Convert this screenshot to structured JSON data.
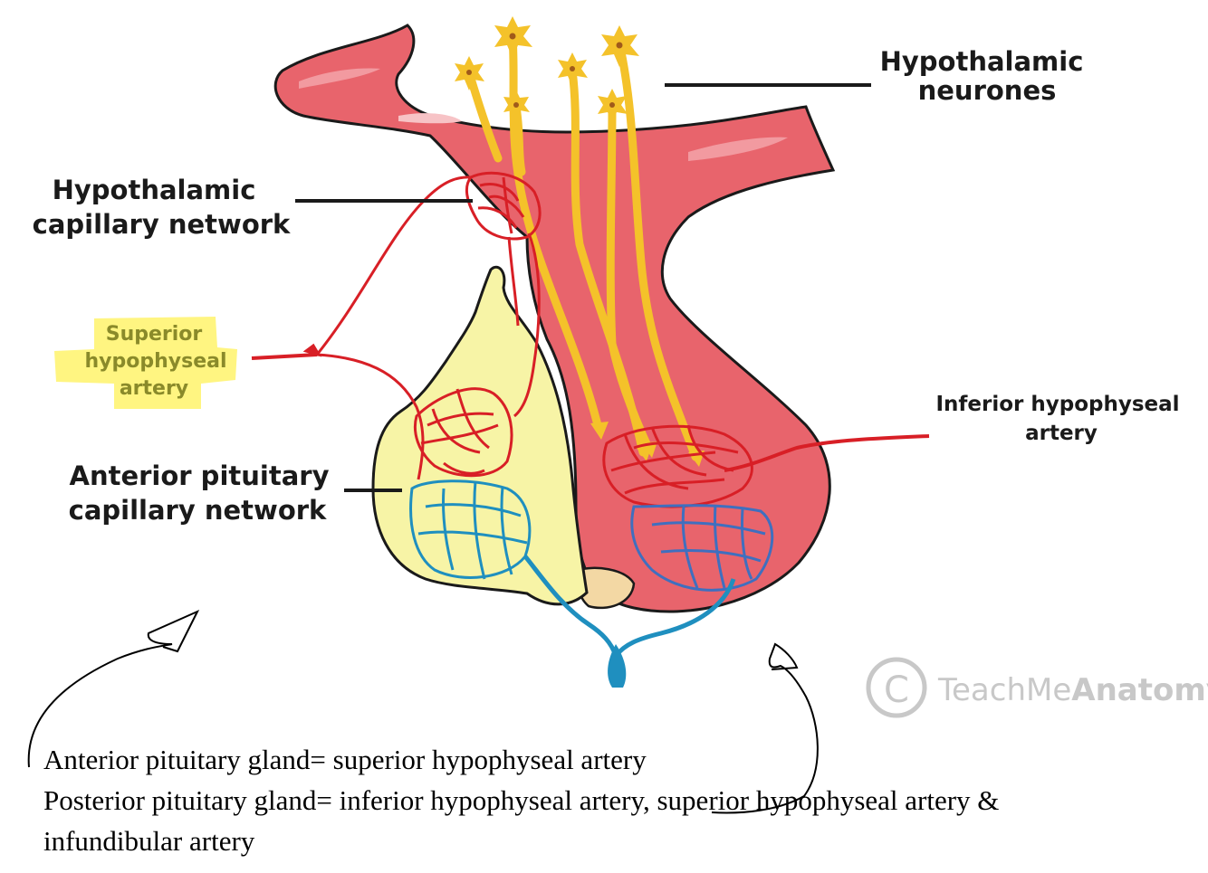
{
  "labels": {
    "hypothalamic_neurones": [
      "Hypothalamic",
      "neurones"
    ],
    "hypothalamic_capillary": [
      "Hypothalamic",
      "capillary network"
    ],
    "superior_artery": [
      "Superior",
      "hypophyseal",
      "artery"
    ],
    "anterior_capillary": [
      "Anterior pituitary",
      "capillary network"
    ],
    "inferior_artery": [
      "Inferior hypophyseal",
      "artery"
    ]
  },
  "watermark": {
    "symbol": "C",
    "prefix": "TeachMe",
    "suffix": "Anatomy"
  },
  "notes": [
    "Anterior pituitary gland= superior hypophyseal artery",
    "Posterior pituitary gland= inferior hypophyseal artery, superior hypophyseal artery &",
    "infundibular artery"
  ],
  "colors": {
    "posterior_lobe": "#e8646c",
    "anterior_lobe": "#f7f4a6",
    "pars_tuberalis": "#f3d8a4",
    "neurons": "#f4c22a",
    "arteries": "#d81f26",
    "veins": "#1f8fbf",
    "highlight": "#fff36b"
  }
}
